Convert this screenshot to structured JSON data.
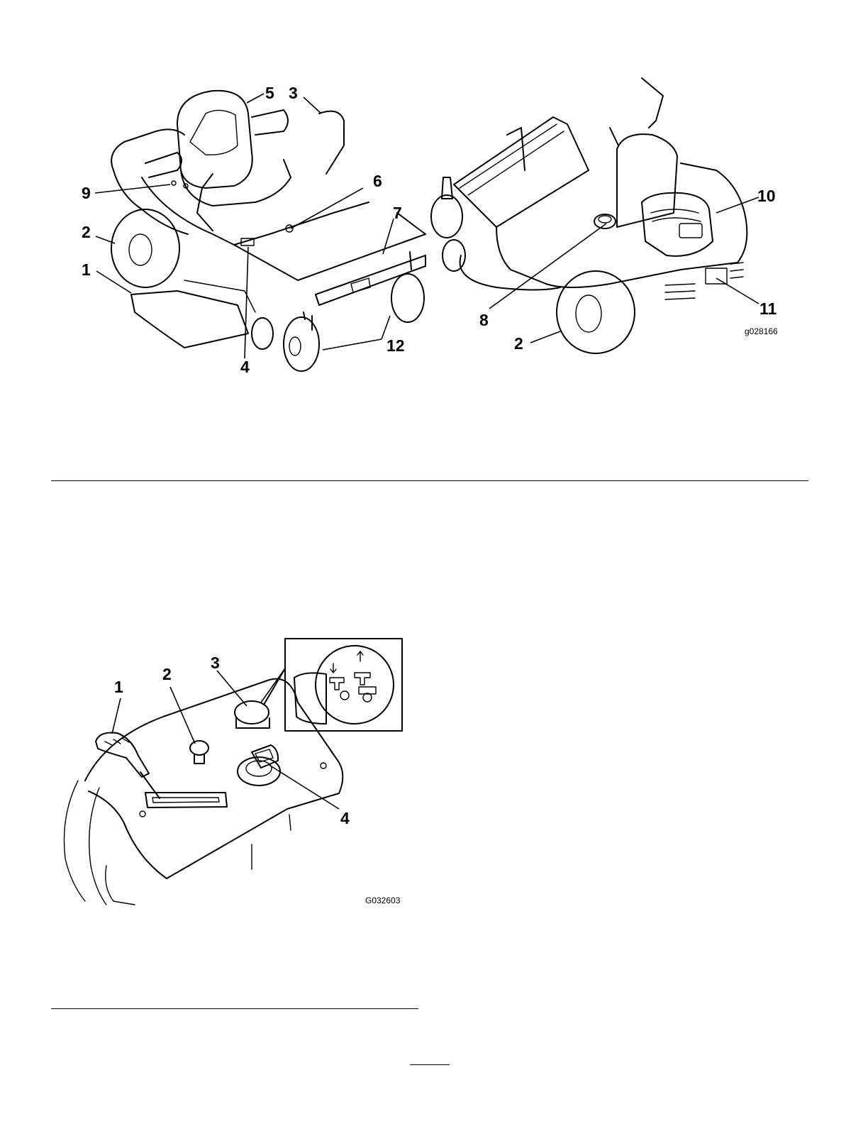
{
  "figure1": {
    "callouts": [
      "5",
      "3",
      "9",
      "6",
      "7",
      "2",
      "1",
      "4",
      "12",
      "10",
      "11",
      "8",
      "2"
    ],
    "figure_id": "g028166",
    "icons": [
      "mower-front-view-drawing",
      "mower-rear-view-drawing"
    ]
  },
  "figure2": {
    "callouts": [
      "1",
      "2",
      "3",
      "4"
    ],
    "figure_id": "G032603",
    "icons": [
      "control-panel-drawing",
      "pto-switch-detail-inset"
    ]
  }
}
